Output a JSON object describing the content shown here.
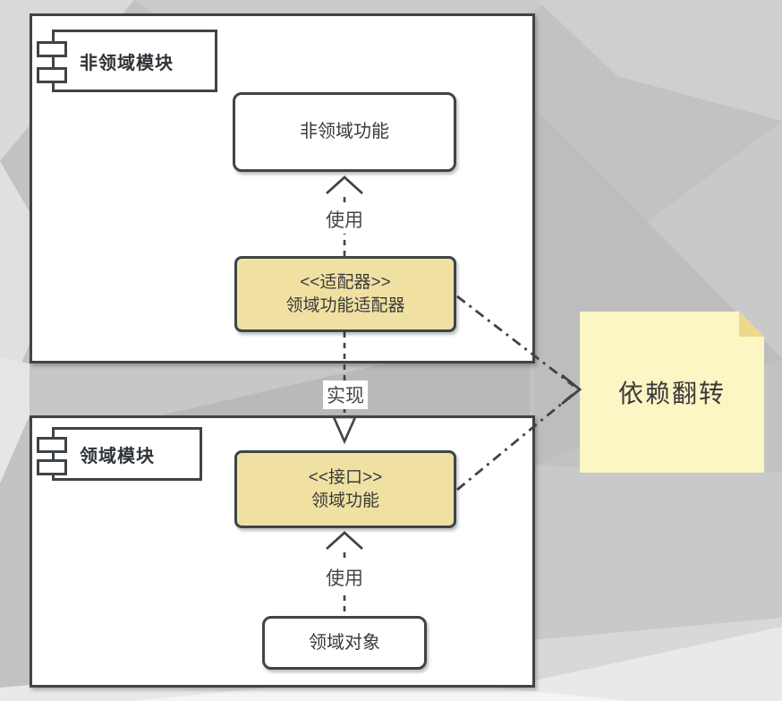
{
  "diagram": {
    "type": "uml-component-diagram",
    "containers": {
      "non_domain_module": {
        "label": "非领域模块"
      },
      "domain_module": {
        "label": "领域模块"
      }
    },
    "nodes": {
      "non_domain_func": {
        "label": "非领域功能"
      },
      "adapter": {
        "stereotype": "<<适配器>>",
        "label": "领域功能适配器"
      },
      "domain_interface": {
        "stereotype": "<<接口>>",
        "label": "领域功能"
      },
      "domain_object": {
        "label": "领域对象"
      }
    },
    "edges": {
      "use_top": {
        "label": "使用",
        "style": "dashed-open-arrow-up"
      },
      "realize": {
        "label": "实现",
        "style": "dashed-hollow-triangle-down"
      },
      "use_bottom": {
        "label": "使用",
        "style": "dashed-open-arrow-up"
      }
    },
    "note": {
      "label": "依赖翻转"
    },
    "colors": {
      "node_yellow": "#F0E1A3",
      "note_yellow": "#FCF5C4",
      "note_fold": "#EFD88C",
      "line": "#3F4448",
      "container_fill": "#FFFFFF",
      "background_base": "#C2C2C2"
    }
  }
}
